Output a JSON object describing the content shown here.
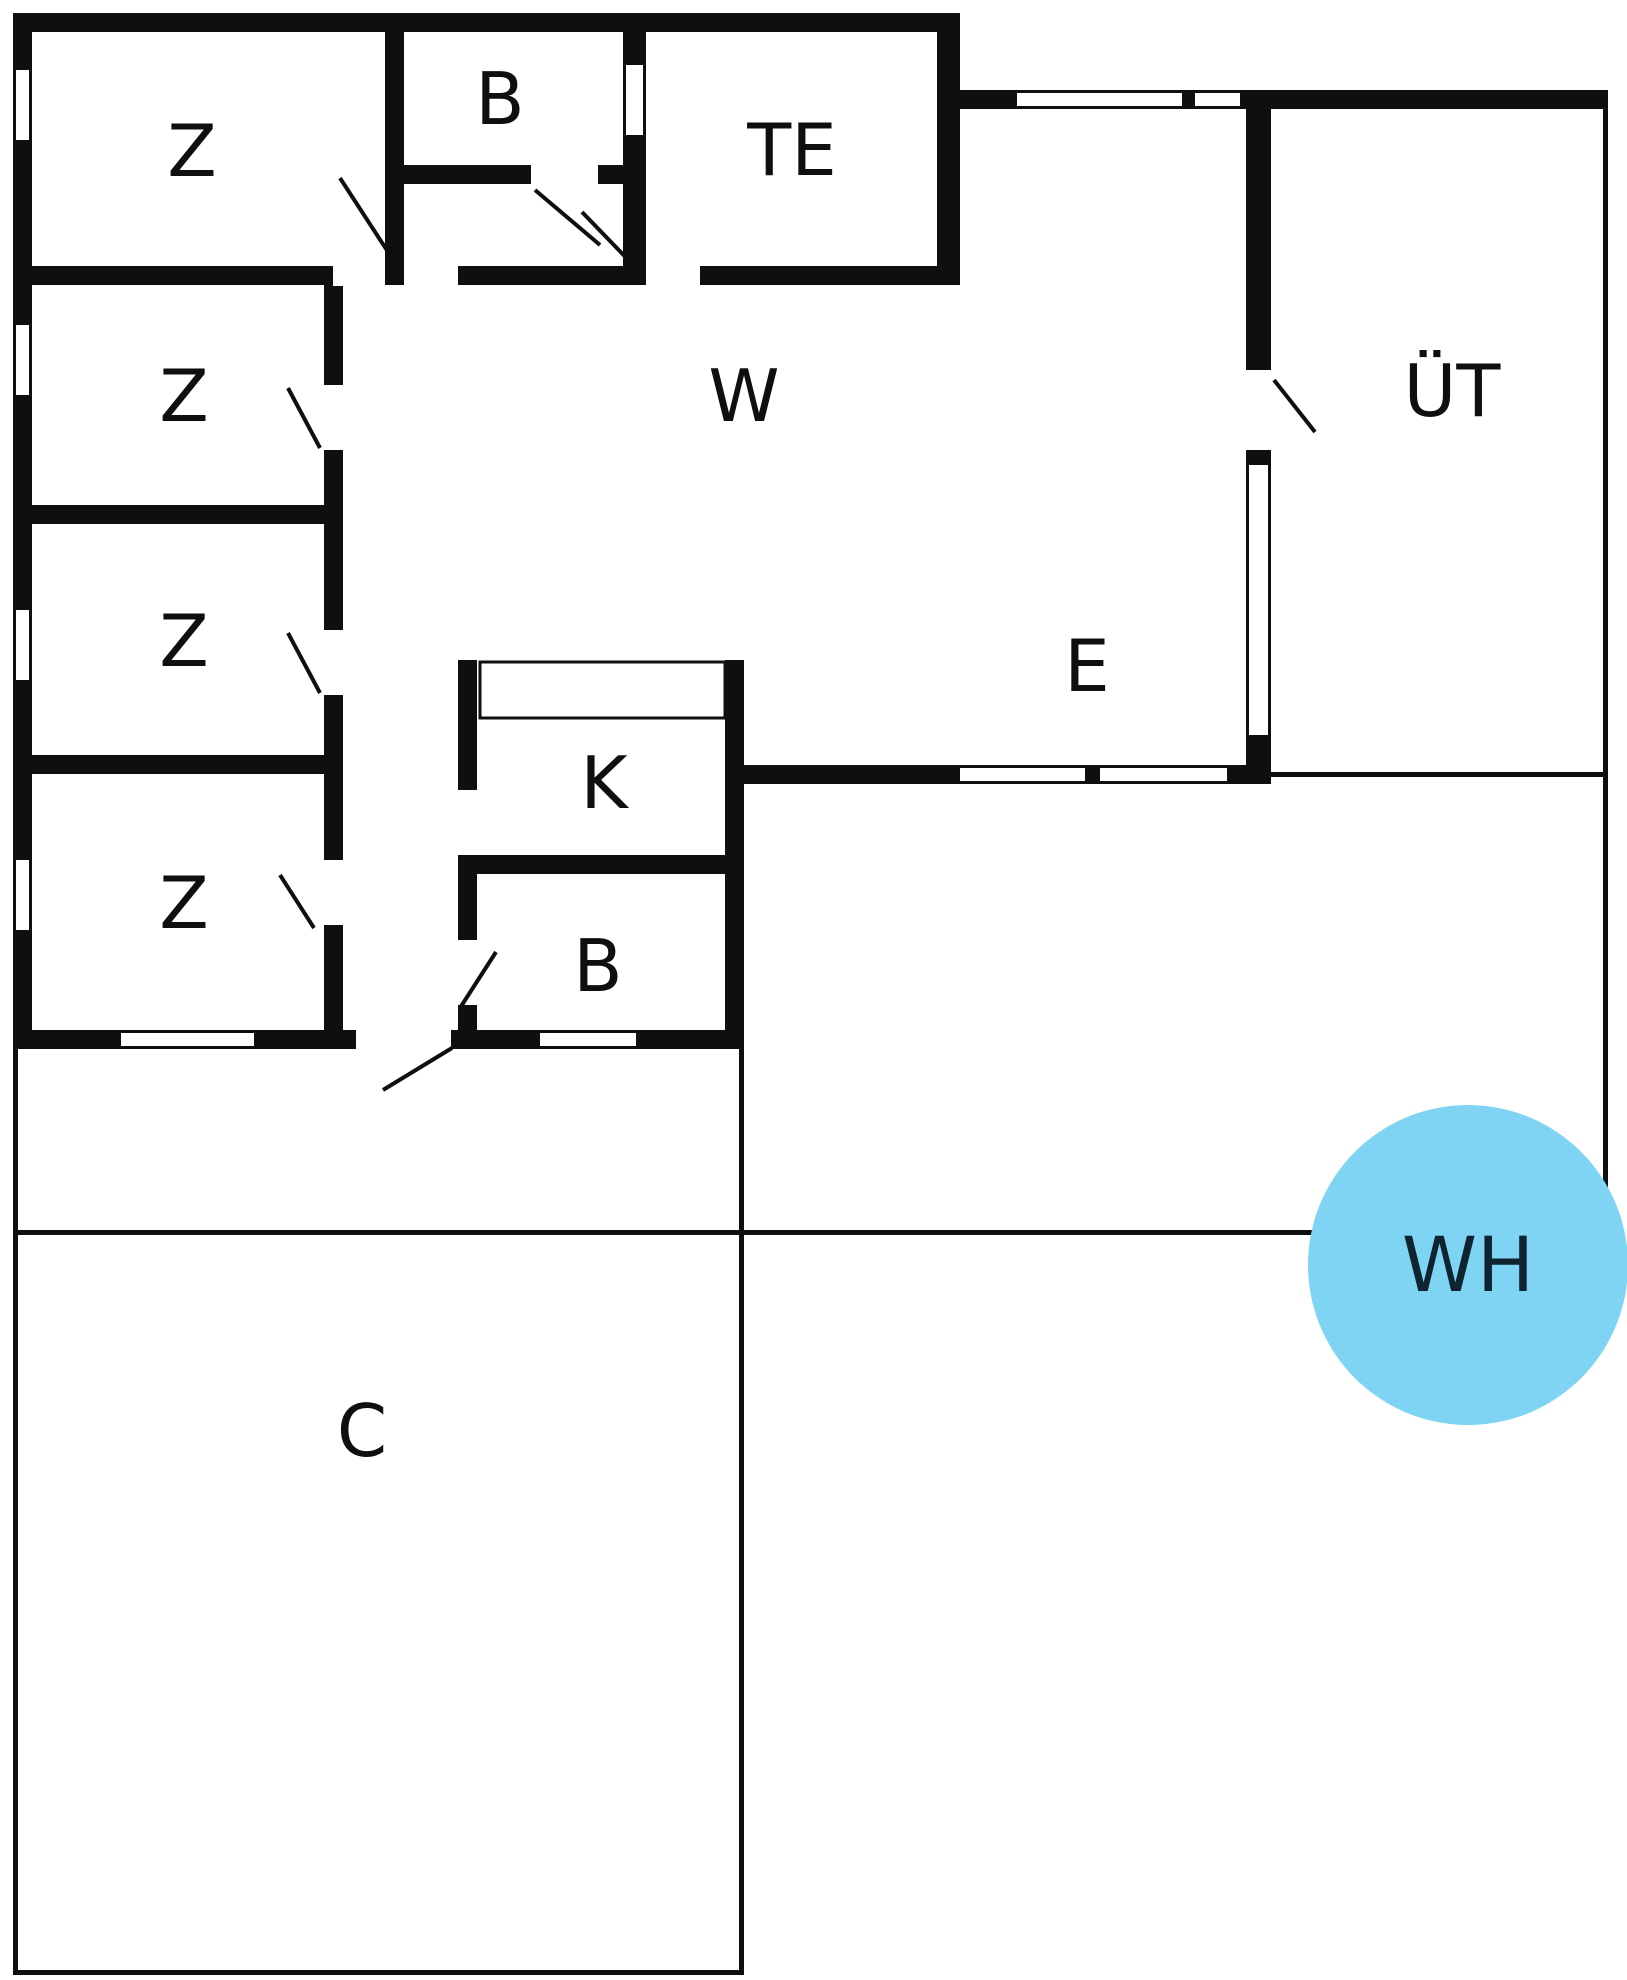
{
  "plan": {
    "rooms": {
      "z1": "Z",
      "z2": "Z",
      "z3": "Z",
      "z4": "Z",
      "b1": "B",
      "te": "TE",
      "w": "W",
      "uet": "ÜT",
      "e": "E",
      "k": "K",
      "b2": "B",
      "c": "C"
    },
    "badge": {
      "label": "WH"
    }
  },
  "colors": {
    "wall": "#0f0f0f",
    "background": "#ffffff",
    "badge_fill": "#7fd4f3",
    "badge_text": "#0f2430"
  }
}
